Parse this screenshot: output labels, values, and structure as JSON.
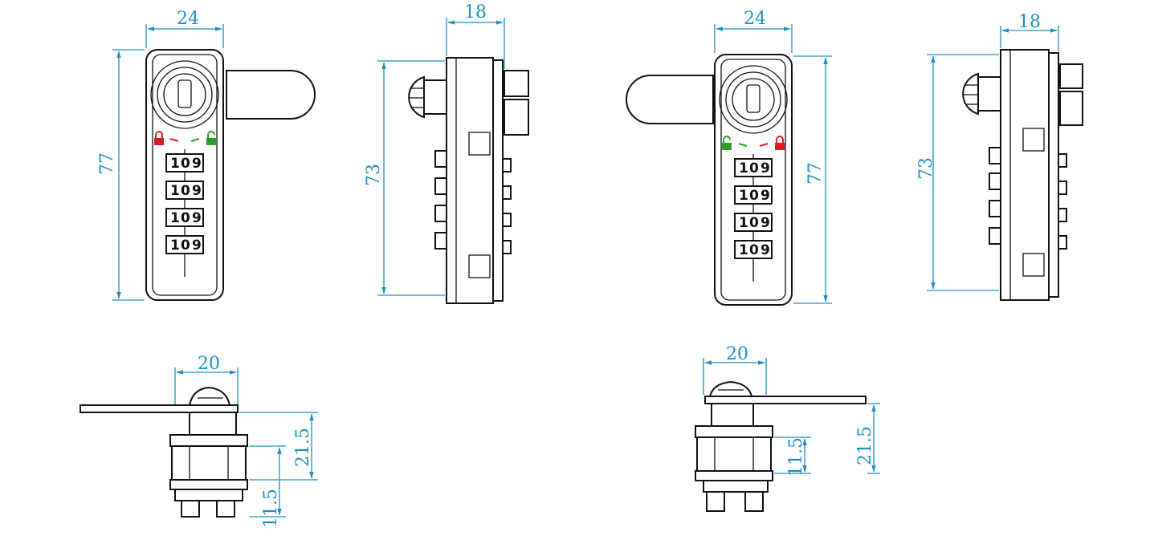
{
  "dimensions": {
    "view1_width": "24",
    "view1_height": "77",
    "view2_width": "18",
    "view2_height": "73",
    "view3_width": "24",
    "view3_height": "77",
    "view4_width": "18",
    "view4_height": "73",
    "bottom1_width": "20",
    "bottom1_tall": "21.5",
    "bottom1_short": "11.5",
    "bottom2_width": "20",
    "bottom2_short": "11.5",
    "bottom2_tall": "21.5"
  },
  "code_wheels": {
    "digits": [
      "1",
      "0",
      "9"
    ]
  },
  "colors": {
    "dimension": "#1e8fc4",
    "locked": "#d42020",
    "unlocked": "#2aa02a"
  }
}
